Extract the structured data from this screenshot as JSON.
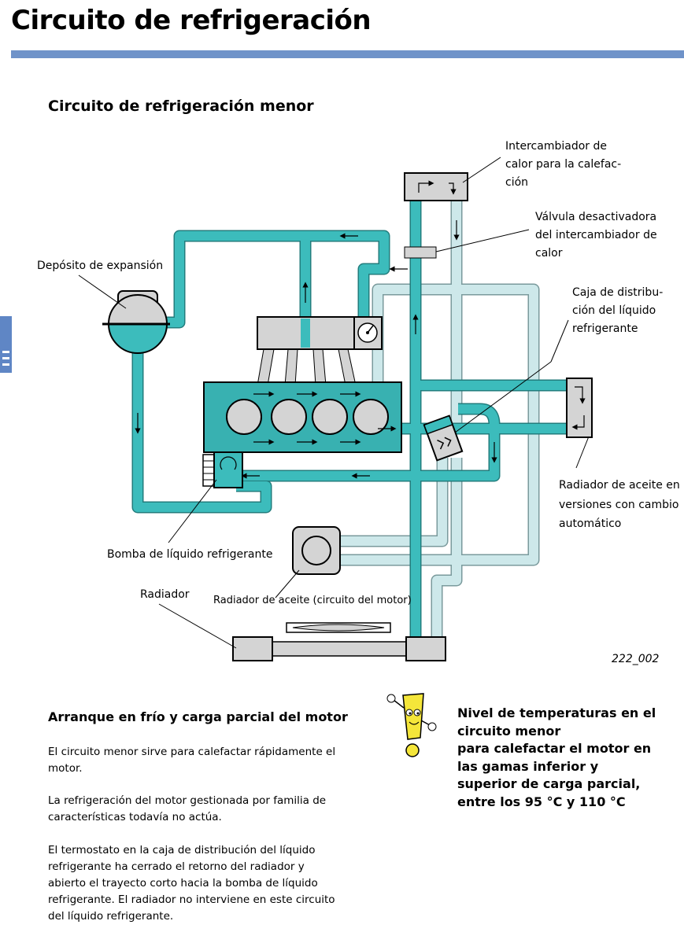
{
  "header": {
    "page_title": "Circuito de refrigeración",
    "section_title": "Circuito de refrigeración menor"
  },
  "diagram": {
    "labels": {
      "heat_exchanger": [
        "Intercambiador de",
        "calor para la calefac-",
        "ción"
      ],
      "cutoff_valve": [
        "Válvula desactivadora",
        "del intercambiador de",
        "calor"
      ],
      "expansion_tank": [
        "Depósito de expansión"
      ],
      "distribution_box": [
        "Caja de distribu-",
        "ción del líquido",
        "refrigerante"
      ],
      "oil_cooler_auto": [
        "Radiador de aceite en",
        "versiones con cambio",
        "automático"
      ],
      "coolant_pump": [
        "Bomba de líquido refrigerante"
      ],
      "radiator": [
        "Radiador"
      ],
      "oil_cooler_engine": [
        "Radiador de aceite (circuito del motor)"
      ]
    },
    "figure_number": "222_002",
    "colors": {
      "active_pipe": "#3cbcbc",
      "inactive_pipe": "#cde8ea",
      "component_fill": "#d4d4d4",
      "engine_block": "#38b1b1"
    }
  },
  "body": {
    "subtitle": "Arranque en frío y carga parcial del motor",
    "paragraphs": [
      "El circuito menor sirve para calefactar rápidamente el motor.",
      "La refrigeración del motor gestionada por familia de características todavía no actúa.",
      "El termostato en la caja de distribución del líquido refrigerante ha cerrado el retorno del radiador y abierto el trayecto corto hacia la bomba de líquido refrigerante. El radiador no interviene en este circuito del líquido refrigerante."
    ]
  },
  "note": {
    "heading": "Nivel de temperaturas en el circuito menor",
    "text": "para calefactar el motor en las gamas inferior y superior de carga parcial, entre los 95 °C y 110 °C"
  }
}
